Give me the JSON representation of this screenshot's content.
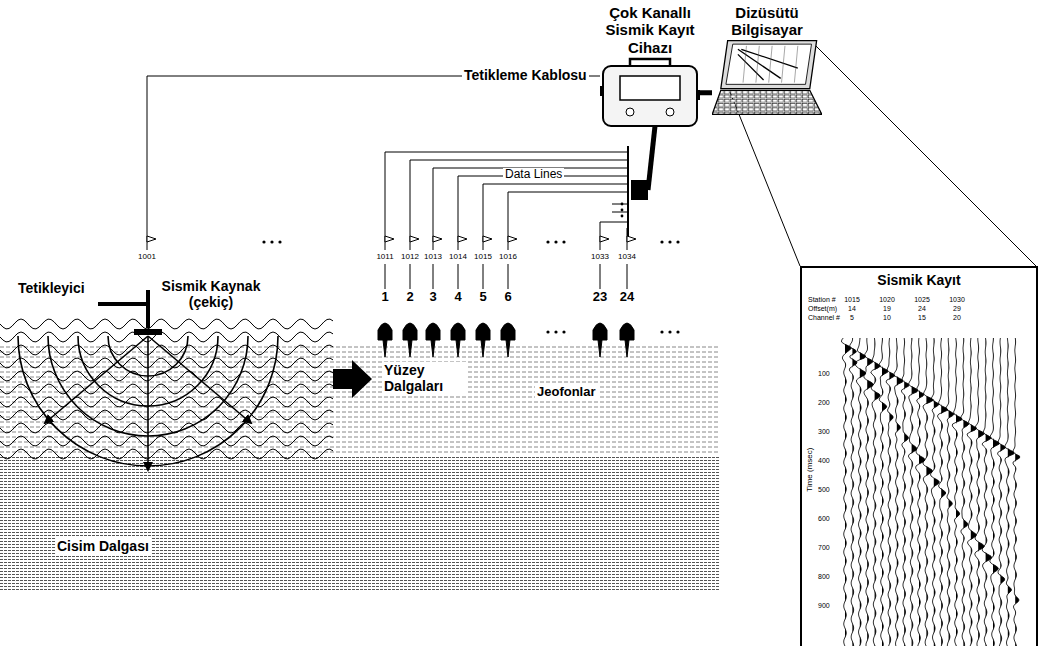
{
  "diagram": {
    "nodes": [
      {
        "text": [
          "Çok Kanallı Sismik Kayıt Cihazı"
        ]
      },
      {
        "text": [
          "Dizüsütü Bilgisayar"
        ]
      },
      {
        "text": [
          "Sismik Kayıt"
        ]
      }
    ],
    "edges": [
      {
        "from": 0,
        "to": 1,
        "arrow": "none"
      }
    ],
    "labels": [
      "Tetikleme Kablosu",
      "Data Lines",
      "1001",
      "1011",
      "1012",
      "1013",
      "1014",
      "1015",
      "1016",
      "1033",
      "1034",
      "Tetikleyici",
      "Sismik Kaynak (çekiç)",
      "1",
      "2",
      "3",
      "4",
      "5",
      "6",
      "23",
      "24",
      "Yüzey Dalgaları",
      "Jeofonlar",
      "Cisim Dalgası",
      "Station #",
      "1015",
      "1020",
      "1025",
      "1030",
      "Offset(m)",
      "14",
      "19",
      "24",
      "29",
      "Channel #",
      "5",
      "10",
      "15",
      "20",
      "Time (msec)",
      "100",
      "200",
      "300",
      "400",
      "500",
      "600",
      "700",
      "800",
      "900"
    ]
  }
}
